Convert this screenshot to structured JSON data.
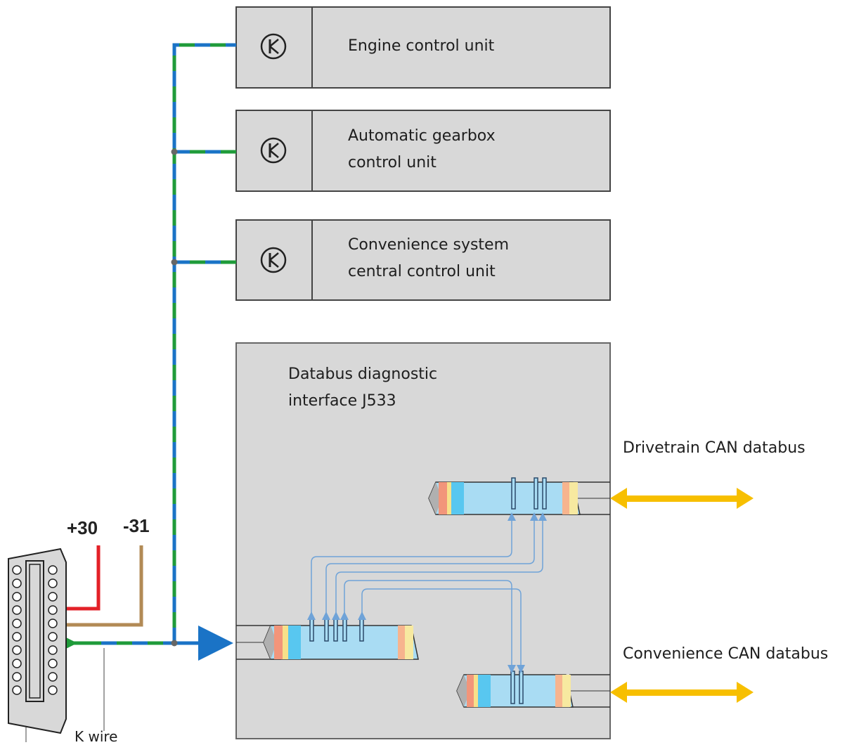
{
  "control_units": [
    {
      "name_line1": "Engine control unit",
      "name_line2": ""
    },
    {
      "name_line1": "Automatic gearbox",
      "name_line2": "control unit"
    },
    {
      "name_line1": "Convenience system",
      "name_line2": "central control unit"
    }
  ],
  "gateway": {
    "line1": "Databus diagnostic",
    "line2": "interface J533"
  },
  "buses": {
    "drivetrain": "Drivetrain CAN databus",
    "convenience": "Convenience CAN databus"
  },
  "pins": {
    "plus30": "+30",
    "minus31": "-31"
  },
  "k_wire": "K wire",
  "colors": {
    "box_fill": "#d8d8d8",
    "wire_green": "#1f9b3a",
    "wire_blue": "#1a73c6",
    "power_red": "#e32128",
    "ground_brown": "#b28a55",
    "bus_arrow": "#f7bf00",
    "bus_cylinder": "#a9dcf3",
    "signal_line": "#6fa3d8"
  },
  "icons": [
    "transistor-symbol-icon",
    "obd-connector-icon",
    "double-arrow-icon"
  ]
}
